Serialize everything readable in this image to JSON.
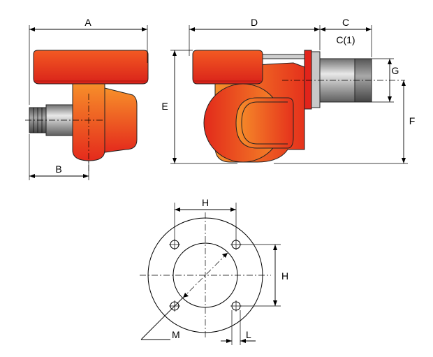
{
  "labels": {
    "A": "A",
    "B": "B",
    "C": "C",
    "C1": "C(1)",
    "D": "D",
    "E": "E",
    "F": "F",
    "G": "G",
    "H_top": "H",
    "H_side": "H",
    "L": "L",
    "M": "M"
  },
  "colors": {
    "housing_red": "#e8261c",
    "body_orange": "#f5781e",
    "body_red": "#d8201a",
    "tube_gray": "#9a9a9a",
    "flange_gray": "#c8c8c8"
  }
}
